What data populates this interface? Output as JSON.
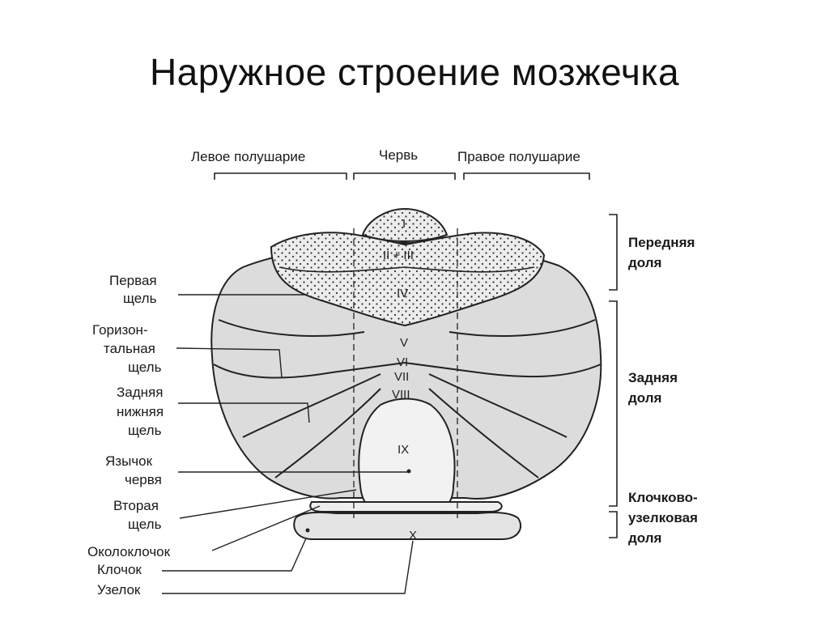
{
  "title": "Наружное строение мозжечка",
  "colors": {
    "lobe_fill": "#d9d9d9",
    "anterior_fill": "#e6e6e6",
    "dots": "#333333",
    "ink": "#1a1a1a"
  },
  "top_labels": {
    "left_hemisphere": "Левое полушарие",
    "vermis": "Червь",
    "right_hemisphere": "Правое полушарие"
  },
  "lobules": {
    "i": "I",
    "ii_iii": "II + III",
    "iv": "IV",
    "v": "V",
    "vi": "VI",
    "vii": "VII",
    "viii": "VIII",
    "ix": "IX",
    "x": "X"
  },
  "left_labels": {
    "first_fissure": [
      "Первая",
      "щель"
    ],
    "horizontal_fissure": [
      "Горизон-",
      "тальная",
      "щель"
    ],
    "posterior_inferior_fissure": [
      "Задняя",
      "нижняя",
      "щель"
    ],
    "uvula": [
      "Язычок",
      "червя"
    ],
    "second_fissure": [
      "Вторая",
      "щель"
    ],
    "paraflocculus": "Околоклочок",
    "flocculus": "Клочок",
    "nodulus": "Узелок"
  },
  "right_labels": {
    "anterior_lobe": [
      "Передняя",
      "доля"
    ],
    "posterior_lobe": [
      "Задняя",
      "доля"
    ],
    "flocculonodular_lobe": [
      "Клочково-",
      "узелковая",
      "доля"
    ]
  }
}
